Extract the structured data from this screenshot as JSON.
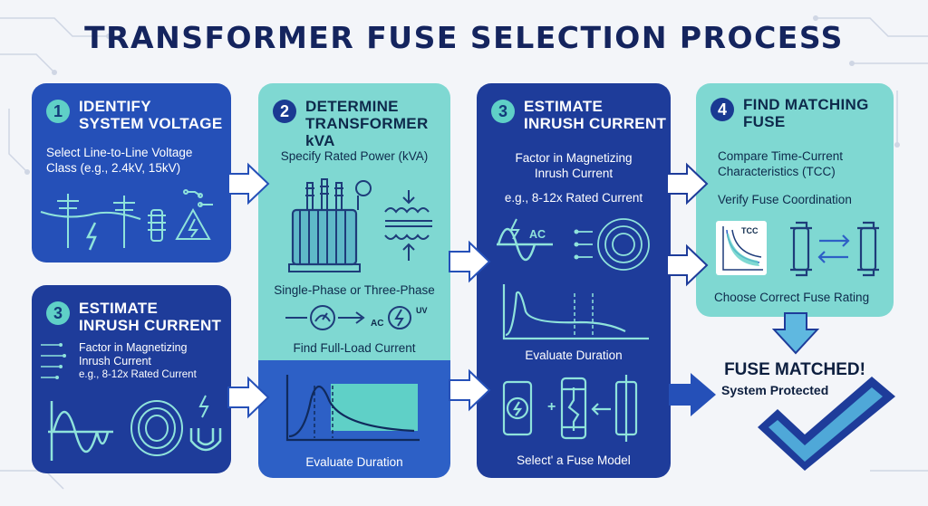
{
  "title": "TRANSFORMER FUSE SELECTION PROCESS",
  "steps": [
    {
      "number": "1",
      "heading_line1": "IDENTIFY",
      "heading_line2": "SYSTEM VOLTAGE",
      "body_line1": "Select Line-to-Line Voltage",
      "body_line2": "Class (e.g., 2.4kV, 15kV)"
    },
    {
      "number": "2",
      "heading_line1": "DETERMINE",
      "heading_line2": "TRANSFORMER kVA",
      "body": "Specify Rated Power (kVA)",
      "phase_text": "Single-Phase or Three-Phase",
      "ac_label": "AC",
      "uv_label": "UV",
      "load_text": "Find Full-Load Current",
      "duration_text": "Evaluate Duration"
    },
    {
      "number": "3",
      "heading_line1": "ESTIMATE",
      "heading_line2": "INRUSH CURRENT",
      "body_line1": "Factor in Magnetizing",
      "body_line2": "Inrush Current",
      "factor_text": "e.g., 8-12x Rated Current",
      "ac_label": "AC",
      "duration_text": "Evaluate Duration",
      "model_text": "Select' a Fuse Model",
      "plus": "+"
    },
    {
      "number": "4",
      "heading_line1": "FIND MATCHING",
      "heading_line2": "FUSE",
      "body_line1": "Compare Time-Current",
      "body_line2": "Characteristics (TCC)",
      "verify_text": "Verify Fuse Coordination",
      "tcc_label": "TCC",
      "rating_text": "Choose Correct Fuse Rating"
    },
    {
      "number": "3",
      "heading_line1": "ESTIMATE",
      "heading_line2": "INRUSH CURRENT",
      "body_line1": "Factor in Magnetizing",
      "body_line2": "Inrush Current",
      "factor_text": "e.g., 8-12x Rated Current"
    }
  ],
  "result": {
    "title": "FUSE MATCHED!",
    "subtitle": "System Protected"
  },
  "colors": {
    "dark_blue": "#2550b8",
    "navy": "#1e3c9a",
    "teal": "#7fd8d2",
    "title": "#14245e"
  }
}
